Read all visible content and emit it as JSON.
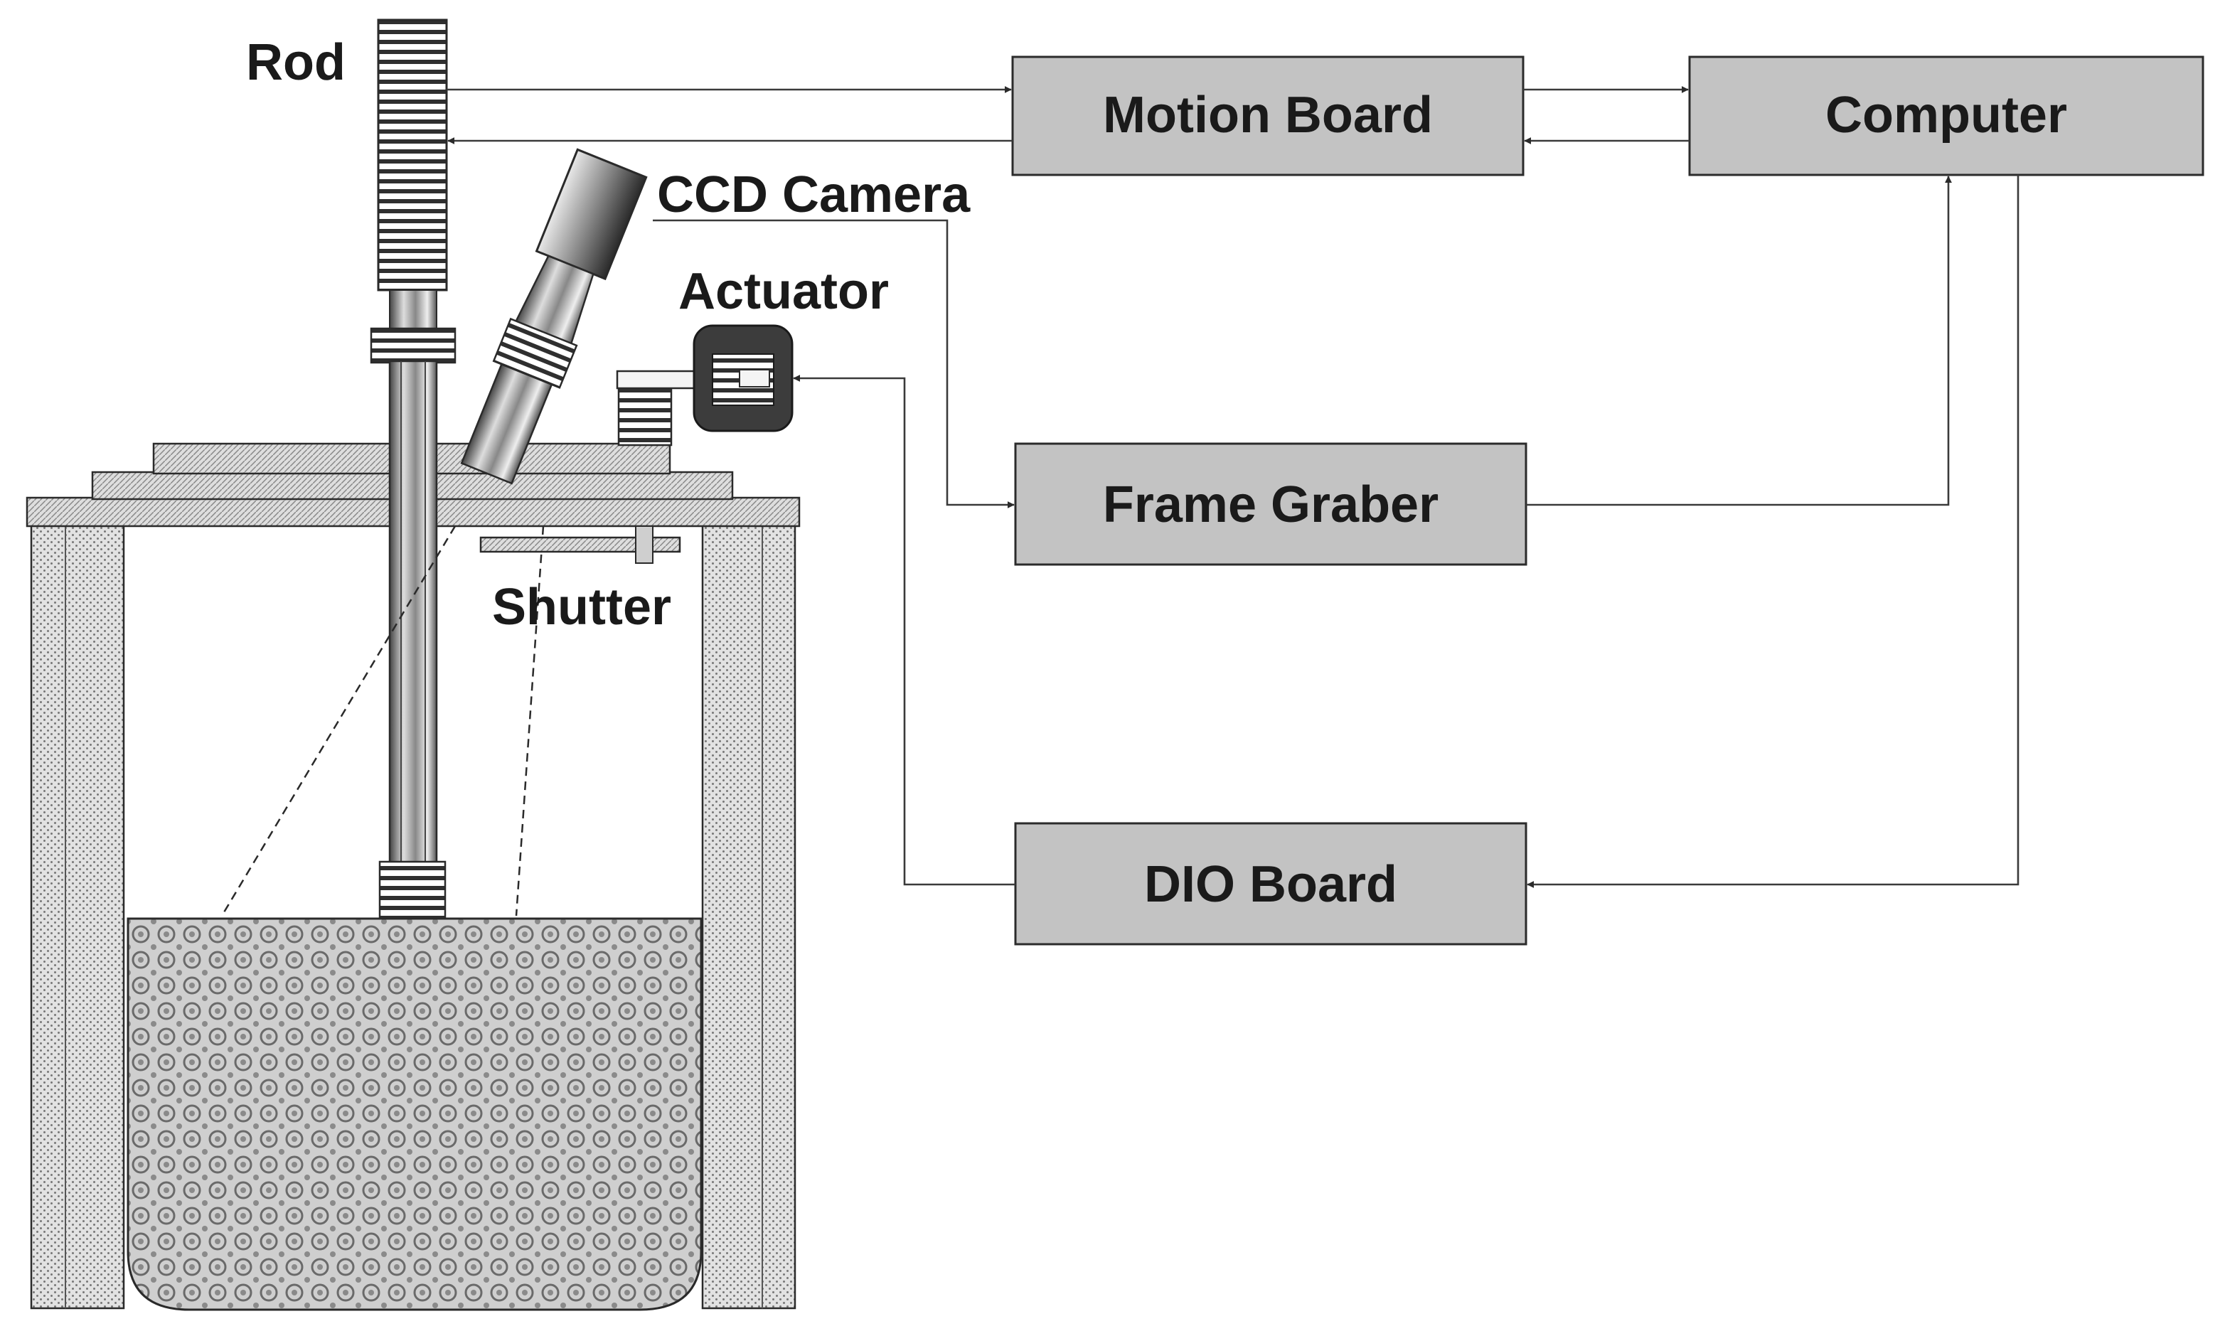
{
  "labels": {
    "rod": "Rod",
    "ccd_camera": "CCD Camera",
    "actuator": "Actuator",
    "shutter": "Shutter"
  },
  "boxes": {
    "motion_board": "Motion Board",
    "computer": "Computer",
    "frame_graber": "Frame Graber",
    "dio_board": "DIO Board"
  },
  "colors": {
    "box_fill": "#c3c3c3",
    "line": "#3a3a3a",
    "text": "#1a1a1a"
  }
}
